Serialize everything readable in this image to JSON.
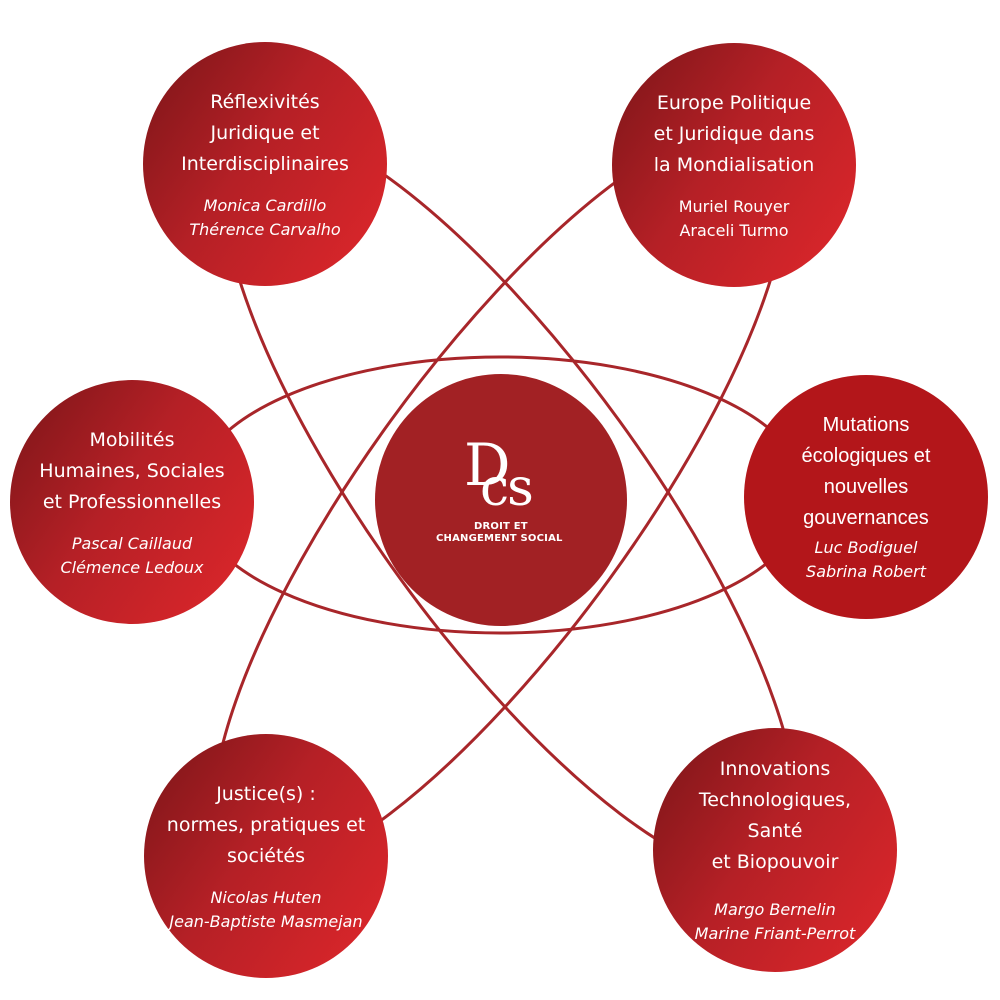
{
  "center": {
    "logo_letter_d": "D",
    "logo_letters_cs": "cs",
    "logo_line1": "DROIT ET",
    "logo_line2": "CHANGEMENT SOCIAL"
  },
  "nodes": {
    "reflexivites": {
      "title_lines": [
        "Réflexivités",
        "Juridique et",
        "Interdisciplinaires"
      ],
      "people": [
        "Monica Cardillo",
        "Thérence Carvalho"
      ]
    },
    "europe": {
      "title_lines": [
        "Europe Politique",
        "et Juridique dans",
        "la Mondialisation"
      ],
      "people": [
        "Muriel Rouyer",
        "Araceli Turmo"
      ]
    },
    "mobilites": {
      "title_lines": [
        "Mobilités",
        "Humaines, Sociales",
        "et Professionnelles"
      ],
      "people": [
        "Pascal Caillaud",
        "Clémence Ledoux"
      ]
    },
    "mutations": {
      "title_lines": [
        "Mutations",
        "écologiques et",
        "nouvelles",
        "gouvernances"
      ],
      "people": [
        "Luc Bodiguel",
        "Sabrina Robert"
      ]
    },
    "justice": {
      "title_lines": [
        "Justice(s) :",
        "normes, pratiques et",
        "sociétés"
      ],
      "people": [
        "Nicolas Huten",
        "Jean-Baptiste Masmejan"
      ]
    },
    "innovations": {
      "title_lines": [
        "Innovations",
        "Technologiques, Santé",
        "et Biopouvoir"
      ],
      "people": [
        "Margo Bernelin",
        "Marine Friant-Perrot"
      ]
    }
  },
  "colors": {
    "orbit": "#a8262a",
    "node_dark": "#7a1518",
    "node_light": "#e0272b",
    "center": "#a22124"
  }
}
